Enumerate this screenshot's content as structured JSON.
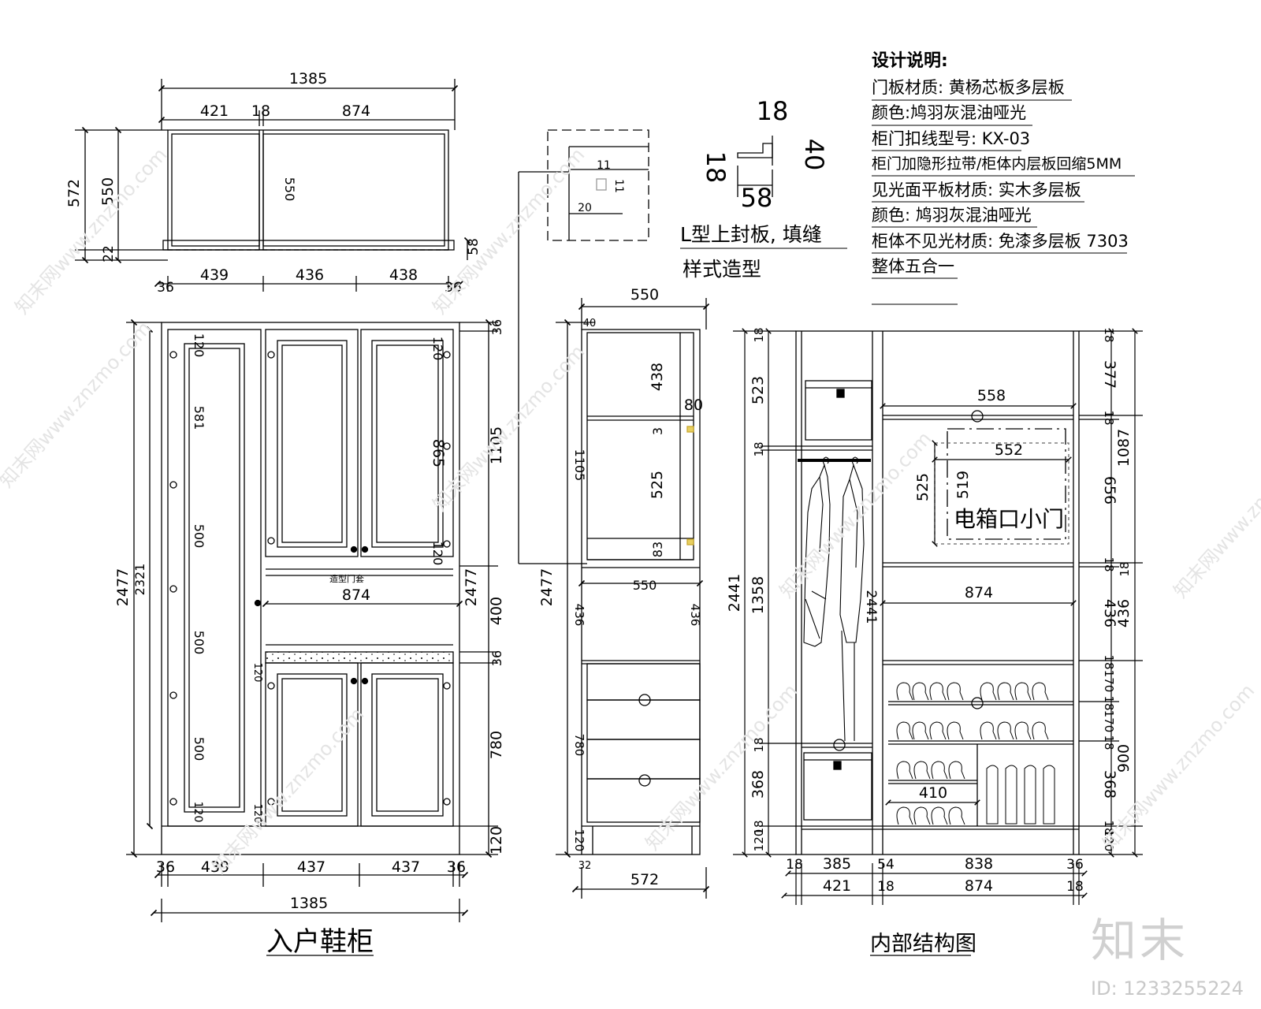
{
  "notes": {
    "heading": "设计说明:",
    "lines": [
      "门板材质: 黄杨芯板多层板",
      "颜色:鸠羽灰混油哑光",
      "柜门扣线型号: KX-03",
      "柜门加隐形拉带/柜体内层板回缩5MM",
      "见光面平板材质: 实木多层板",
      "颜色: 鸠羽灰混油哑光",
      "柜体不见光材质: 免漆多层板 7303",
      "整体五合一"
    ]
  },
  "titles": {
    "front": "入户鞋柜",
    "internal": "内部结构图",
    "profile": "L型上封板, 填缝",
    "profile2": "样式造型",
    "ebox": "电箱口小门",
    "hidden_door": "造型门套"
  },
  "watermark": {
    "logo": "知末",
    "id": "ID: 1233255224",
    "site": "知末网www.znzmo.com"
  },
  "dims": {
    "plan_total": "1385",
    "plan_l": "421",
    "plan_m": "18",
    "plan_r": "874",
    "plan_h1": "572",
    "plan_h2": "550",
    "plan_h3": "22",
    "plan_h4": "58",
    "plan_inner": "550",
    "plan_b1": "439",
    "plan_b2": "436",
    "plan_b3": "438",
    "plan_e": "36",
    "prof_18a": "18",
    "prof_18b": "18",
    "prof_40": "40",
    "prof_58": "58",
    "det_11": "11",
    "det_11b": "11",
    "det_20": "20",
    "f_2477": "2477",
    "f_2321": "2321",
    "f_120a": "120",
    "f_581": "581",
    "f_500a": "500",
    "f_500b": "500",
    "f_500c": "500",
    "f_120b": "120",
    "f_120c": "120",
    "f_865": "865",
    "f_120d": "120",
    "f_120e": "120",
    "f_874": "874",
    "f_r36a": "36",
    "f_r1105": "1105",
    "f_r2477": "2477",
    "f_r400": "400",
    "f_r36b": "36",
    "f_r780": "780",
    "f_r120": "120",
    "f_b36a": "36",
    "f_b439": "439",
    "f_b437a": "437",
    "f_b437b": "437",
    "f_b36b": "36",
    "f_b1385": "1385",
    "s_550": "550",
    "s_40": "40",
    "s_1105": "1105",
    "s_438": "438",
    "s_80": "80",
    "s_3": "3",
    "s_525": "525",
    "s_83": "83",
    "s_550b": "550",
    "s_436a": "436",
    "s_436b": "436",
    "s_780": "780",
    "s_120": "120",
    "s_2477": "2477",
    "s_32": "32",
    "s_572": "572",
    "i_2441": "2441",
    "i_18a": "18",
    "i_523": "523",
    "i_18b": "18",
    "i_1358": "1358",
    "i_18c": "18",
    "i_368": "368",
    "i_18d": "18",
    "i_120": "120",
    "i_2441b": "2441",
    "i_558": "558",
    "i_552": "552",
    "i_525": "525",
    "i_519": "519",
    "i_874": "874",
    "i_410": "410",
    "i_r18a": "18",
    "i_r377": "377",
    "i_r18b": "18",
    "i_r1087": "1087",
    "i_r656": "656",
    "i_r18c": "18",
    "i_r18d": "18",
    "i_r436a": "436",
    "i_r436b": "436",
    "i_r18e": "18",
    "i_r170a": "170",
    "i_r18f": "18",
    "i_r170b": "170",
    "i_r18g": "18",
    "i_r900": "900",
    "i_r368": "368",
    "i_r18h": "18",
    "i_r120": "120",
    "i_b18": "18",
    "i_b385": "385",
    "i_b54": "54",
    "i_b838": "838",
    "i_b36": "36",
    "i_b421": "421",
    "i_b18b": "18",
    "i_b874": "874",
    "i_b18c": "18"
  }
}
